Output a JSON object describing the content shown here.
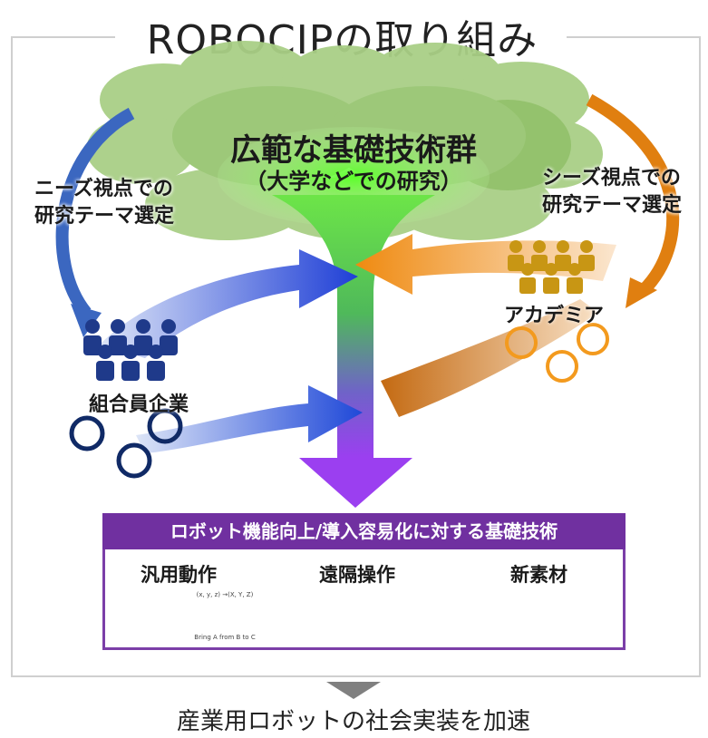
{
  "title": "ROBOCIPの取り組み",
  "center": {
    "title": "広範な基礎技術群",
    "subtitle": "（大学などでの研究）"
  },
  "needs_label": [
    "ニーズ視点での",
    "研究テーマ選定"
  ],
  "seeds_label": [
    "シーズ視点での",
    "研究テーマ選定"
  ],
  "groups": {
    "members": "組合員企業",
    "academia": "アカデミア"
  },
  "panel": {
    "header": "ロボット機能向上/導入容易化に対する基礎技術",
    "items": [
      {
        "label": "汎用動作",
        "icon": "robot-arm-icon",
        "bubble1": "(x, y, z) →(X, Y, Z)",
        "bubble2": "Bring A from B to C"
      },
      {
        "label": "遠隔操作",
        "icon": "teleoperation-icon"
      },
      {
        "label": "新素材",
        "icon": "molecule-icon"
      }
    ]
  },
  "footer": "産業用ロボットの社会実装を加速",
  "colors": {
    "blue": "#1f4fd6",
    "orange": "#e8820c",
    "purple": "#7030a0",
    "cloud": "#a9cf86",
    "green": "#6ee04a"
  }
}
